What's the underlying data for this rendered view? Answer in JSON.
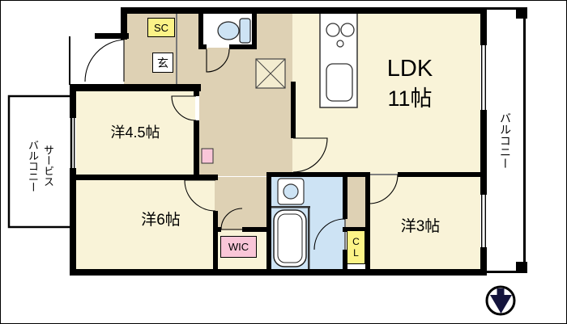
{
  "floor_plan": {
    "rooms": {
      "ldk_name": "LDK",
      "ldk_size": "11帖",
      "western_4_5": "洋4.5帖",
      "western_6": "洋6帖",
      "western_3": "洋3帖"
    },
    "storage": {
      "shoe_closet": "SC",
      "walk_in_closet": "WIC",
      "closet": "CL"
    },
    "entrance_label": "玄",
    "balcony_label": "バルコニー",
    "service_balcony_line1": "サービス",
    "service_balcony_line2": "バルコニー",
    "colors": {
      "room_floor": "#f9f3d8",
      "hall_floor": "#ded1b4",
      "water_area": "#cde3f4",
      "label_yellow": "#fcf387",
      "label_pink": "#f9c6d8",
      "wall": "#000000"
    }
  }
}
